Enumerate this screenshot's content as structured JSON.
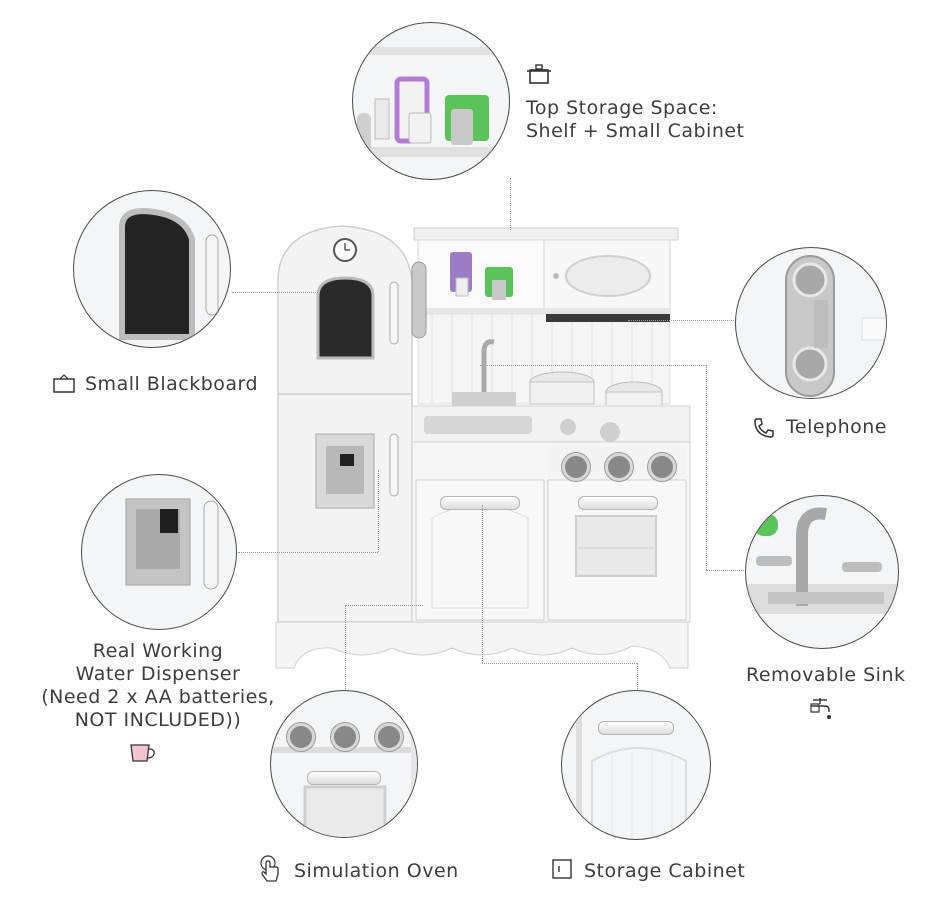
{
  "features": {
    "top_storage": {
      "line1": "Top Storage Space:",
      "line2": "Shelf + Small Cabinet",
      "icon": "pot-icon"
    },
    "blackboard": {
      "label": "Small Blackboard",
      "icon": "frame-icon"
    },
    "telephone": {
      "label": "Telephone",
      "icon": "phone-icon"
    },
    "water_dispenser": {
      "line1": "Real Working",
      "line2": "Water Dispenser",
      "line3": "(Need 2 x AA batteries,",
      "line4": "NOT INCLUDED))",
      "icon": "cup-icon"
    },
    "sink": {
      "label": "Removable Sink",
      "icon": "faucet-icon"
    },
    "oven": {
      "label": "Simulation Oven",
      "icon": "hand-touch-icon"
    },
    "cabinet": {
      "label": "Storage Cabinet",
      "icon": "cabinet-icon"
    }
  },
  "colors": {
    "accent": "#e8a6b6",
    "line": "#9a9a9a",
    "wood": "#f7f7f7"
  }
}
